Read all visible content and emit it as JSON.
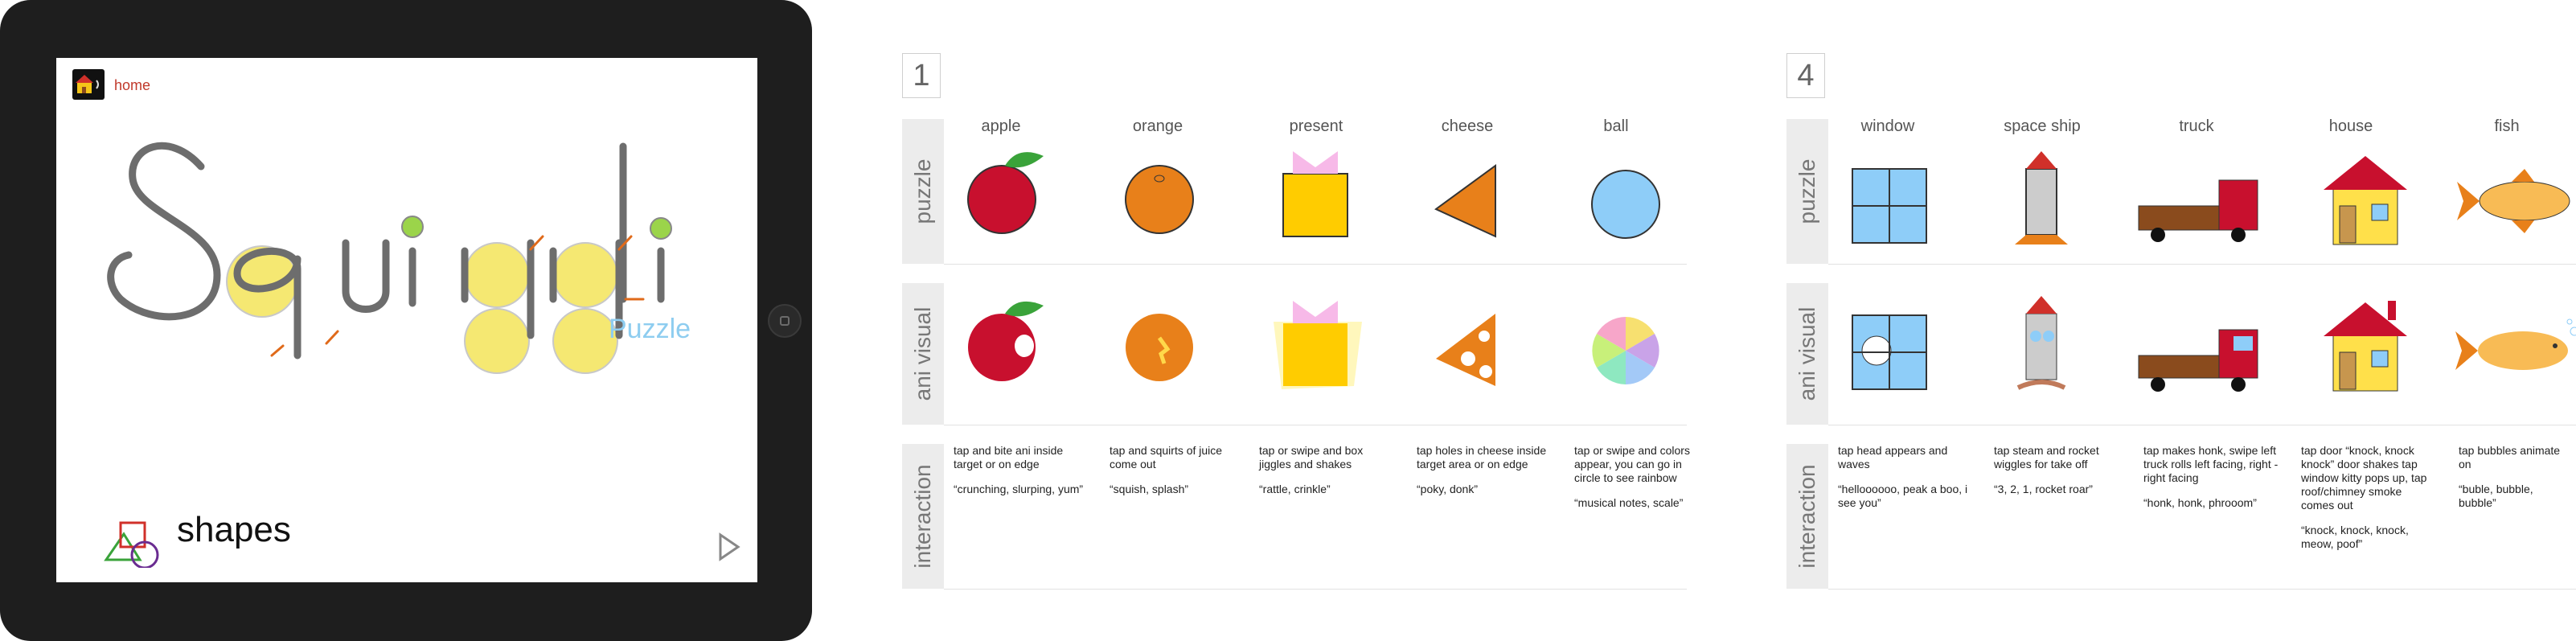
{
  "ipad": {
    "home_label": "home",
    "puzzle_word": "Puzzle",
    "shapes_label": "shapes"
  },
  "panel1": {
    "number": "1",
    "row_labels": [
      "puzzle",
      "ani visual",
      "interaction"
    ],
    "columns": [
      {
        "title": "apple",
        "desc": "tap and bite ani inside target or on edge",
        "sound": "“crunching, slurping, yum”"
      },
      {
        "title": "orange",
        "desc": "tap and squirts of juice come out",
        "sound": "“squish, splash”"
      },
      {
        "title": "present",
        "desc": "tap or swipe and box jiggles and shakes",
        "sound": "“rattle, crinkle”"
      },
      {
        "title": "cheese",
        "desc": "tap holes in cheese inside target area or on edge",
        "sound": "“poky, donk”"
      },
      {
        "title": "ball",
        "desc": "tap or swipe and colors appear, you can go in circle to see rainbow",
        "sound": "“musical notes, scale”"
      }
    ]
  },
  "panel4": {
    "number": "4",
    "row_labels": [
      "puzzle",
      "ani visual",
      "interaction"
    ],
    "columns": [
      {
        "title": "window",
        "desc": "tap head appears and waves",
        "sound": "“helloooooo, peak a boo, i see you”",
        "extra": ""
      },
      {
        "title": "space ship",
        "desc": "tap steam and rocket wiggles for take off",
        "sound": "“3, 2, 1, rocket roar”",
        "extra": ""
      },
      {
        "title": "truck",
        "desc": "tap makes honk, swipe left truck rolls left facing, right - right facing",
        "sound": "“honk, honk, phrooom”",
        "extra": ""
      },
      {
        "title": "house",
        "desc": "tap door “knock, knock knock” door shakes tap window kitty pops up, tap roof/chimney smoke comes out",
        "sound": "“knock, knock, knock, meow, poof”",
        "extra": ""
      },
      {
        "title": "fish",
        "desc": "tap bubbles animate on",
        "sound": "“buble, bubble, bubble”",
        "extra": ""
      }
    ]
  },
  "colors": {
    "ipad_frame": "#1e1e1e",
    "squiggle_gray": "#6d6d6d",
    "circle_yellow": "#f5e872",
    "accent_green": "#9bd44a",
    "accent_orange": "#e06a1a",
    "puzzle_blue": "#8ecdf0",
    "home_red": "#c0392b"
  },
  "icons": [
    "home-icon",
    "shapes-icon",
    "next-arrow-icon",
    "ipad-home-button-icon"
  ]
}
